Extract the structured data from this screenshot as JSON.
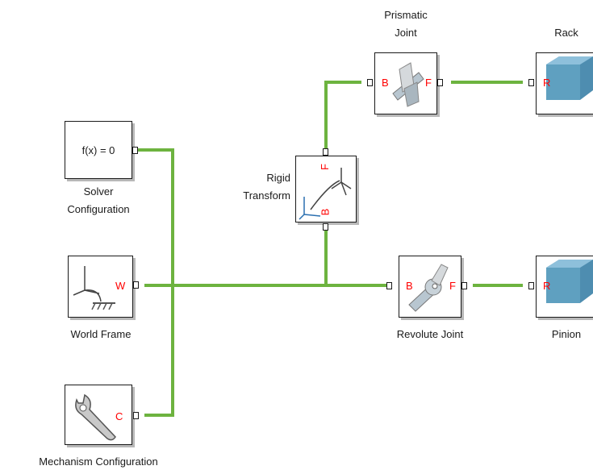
{
  "colors": {
    "connection": "#6db33f",
    "port_label": "#ff0000",
    "cube": "#5fa0c0"
  },
  "blocks": {
    "solver": {
      "function": "f(x) = 0",
      "label_line1": "Solver",
      "label_line2": "Configuration"
    },
    "world_frame": {
      "port_w": "W",
      "label": "World Frame"
    },
    "mechanism": {
      "port_c": "C",
      "label": "Mechanism Configuration"
    },
    "rigid_transform": {
      "label_line1": "Rigid",
      "label_line2": "Transform",
      "port_b": "B",
      "port_f": "F"
    },
    "prismatic": {
      "label_line1": "Prismatic",
      "label_line2": "Joint",
      "port_b": "B",
      "port_f": "F"
    },
    "revolute": {
      "label": "Revolute Joint",
      "port_b": "B",
      "port_f": "F"
    },
    "rack": {
      "label": "Rack",
      "port_r": "R"
    },
    "pinion": {
      "label": "Pinion",
      "port_r": "R"
    }
  }
}
